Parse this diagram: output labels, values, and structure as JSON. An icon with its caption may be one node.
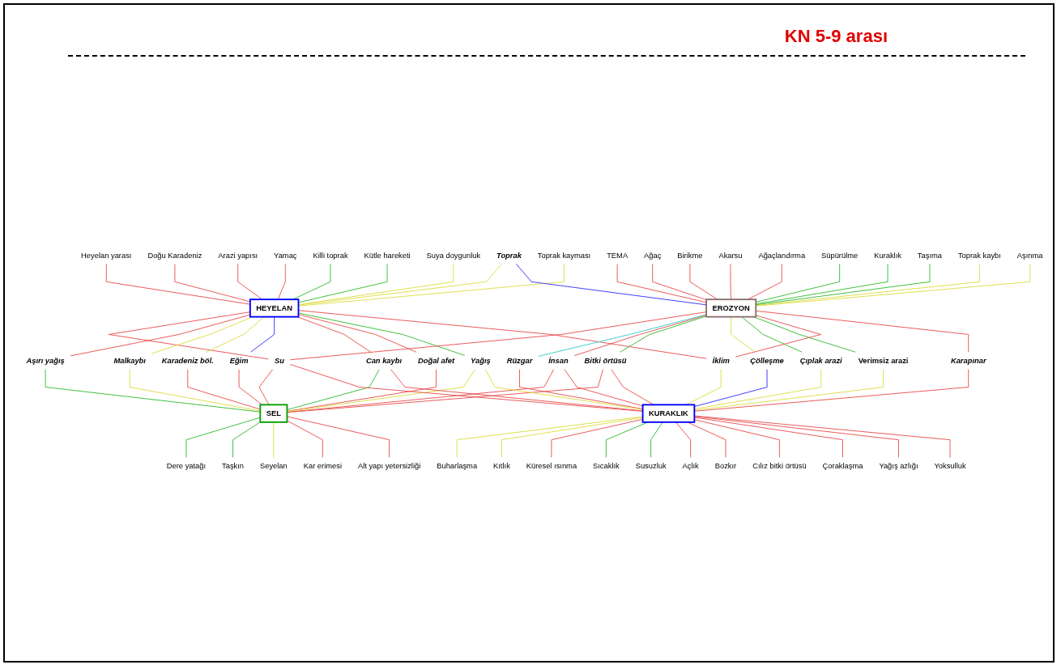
{
  "diagram": {
    "title": "KN 5-9 arası",
    "nodes": [
      {
        "text": [
          "HEYELAN"
        ]
      },
      {
        "text": [
          "EROZYON"
        ]
      },
      {
        "text": [
          "SEL"
        ]
      },
      {
        "text": [
          "KURAKLIK"
        ]
      },
      {
        "text": [
          "Heyelan yarası"
        ]
      },
      {
        "text": [
          "Doğu Karadeniz"
        ]
      },
      {
        "text": [
          "Arazi yapısı"
        ]
      },
      {
        "text": [
          "Yamaç"
        ]
      },
      {
        "text": [
          "Killi toprak"
        ]
      },
      {
        "text": [
          "Kütle hareketi"
        ]
      },
      {
        "text": [
          "Toprak"
        ]
      },
      {
        "text": [
          "TEMA"
        ]
      },
      {
        "text": [
          "Ağaç"
        ]
      },
      {
        "text": [
          "Birikme"
        ]
      },
      {
        "text": [
          "Akarsu"
        ]
      },
      {
        "text": [
          "Ağaçlandırma"
        ]
      },
      {
        "text": [
          "Süpürülme"
        ]
      },
      {
        "text": [
          "Kuraklık"
        ]
      },
      {
        "text": [
          "Taşıma"
        ]
      },
      {
        "text": [
          "Toprak kaybı"
        ]
      },
      {
        "text": [
          "Aşınma"
        ]
      },
      {
        "text": [
          "Su"
        ]
      },
      {
        "text": [
          "Rüzgar"
        ]
      },
      {
        "text": [
          "Suya doygunluk"
        ]
      },
      {
        "text": [
          "Toprak kayması"
        ]
      },
      {
        "text": [
          "Aşırı yağış"
        ]
      },
      {
        "text": [
          "Malkaybı"
        ]
      },
      {
        "text": [
          "Karadeniz böl."
        ]
      },
      {
        "text": [
          "Eğim"
        ]
      },
      {
        "text": [
          "Can kaybı"
        ]
      },
      {
        "text": [
          "İnsan"
        ]
      },
      {
        "text": [
          "Bitki örtüsü"
        ]
      },
      {
        "text": [
          "Çölleşme"
        ]
      },
      {
        "text": [
          "Çıplak arazi"
        ]
      },
      {
        "text": [
          "Verimsiz arazi"
        ]
      },
      {
        "text": [
          "Doğal afet"
        ]
      },
      {
        "text": [
          "Dere yatağı"
        ]
      },
      {
        "text": [
          "Yağış"
        ]
      },
      {
        "text": [
          "Taşkın"
        ]
      },
      {
        "text": [
          "Seyelan"
        ]
      },
      {
        "text": [
          "Kar erimesi"
        ]
      },
      {
        "text": [
          "Alt yapı yetersizliği"
        ]
      },
      {
        "text": [
          "İklim"
        ]
      },
      {
        "text": [
          "Karapınar"
        ]
      },
      {
        "text": [
          "Buharlaşma"
        ]
      },
      {
        "text": [
          "Kıtlık"
        ]
      },
      {
        "text": [
          "Küresel ısınma"
        ]
      },
      {
        "text": [
          "Sıcaklık"
        ]
      },
      {
        "text": [
          "Susuzluk"
        ]
      },
      {
        "text": [
          "Açlık"
        ]
      },
      {
        "text": [
          "Bozkır"
        ]
      },
      {
        "text": [
          "Cılız bitki örtüsü"
        ]
      },
      {
        "text": [
          "Çoraklaşma"
        ]
      },
      {
        "text": [
          "Yağış azlığı"
        ]
      },
      {
        "text": [
          "Yoksulluk"
        ]
      }
    ],
    "edges": [
      {
        "from": 4,
        "to": 0,
        "arrow": "none"
      },
      {
        "from": 5,
        "to": 0,
        "arrow": "none"
      },
      {
        "from": 6,
        "to": 0,
        "arrow": "none"
      },
      {
        "from": 7,
        "to": 0,
        "arrow": "none"
      },
      {
        "from": 8,
        "to": 0,
        "arrow": "none",
        "color": "#33bb33"
      },
      {
        "from": 9,
        "to": 0,
        "arrow": "none",
        "color": "#33bb33"
      },
      {
        "from": 10,
        "to": 0,
        "arrow": "none",
        "color": "#dddd44"
      },
      {
        "from": 23,
        "to": 0,
        "arrow": "none",
        "color": "#dddd44"
      },
      {
        "from": 24,
        "to": 0,
        "arrow": "none",
        "color": "#dddd44"
      },
      {
        "from": 0,
        "to": 21,
        "arrow": "none"
      },
      {
        "from": 0,
        "to": 25,
        "arrow": "none"
      },
      {
        "from": 0,
        "to": 26,
        "arrow": "none",
        "color": "#dddd44"
      },
      {
        "from": 0,
        "to": 27,
        "arrow": "none",
        "color": "#dddd44"
      },
      {
        "from": 0,
        "to": 28,
        "arrow": "none",
        "color": "#3333ff"
      },
      {
        "from": 0,
        "to": 29,
        "arrow": "none"
      },
      {
        "from": 0,
        "to": 35,
        "arrow": "none"
      },
      {
        "from": 0,
        "to": 37,
        "arrow": "none",
        "color": "#33bb33"
      },
      {
        "from": 0,
        "to": 42,
        "arrow": "none"
      },
      {
        "from": 10,
        "to": 1,
        "arrow": "none",
        "color": "#3333ff"
      },
      {
        "from": 11,
        "to": 1,
        "arrow": "none"
      },
      {
        "from": 12,
        "to": 1,
        "arrow": "none"
      },
      {
        "from": 13,
        "to": 1,
        "arrow": "none"
      },
      {
        "from": 14,
        "to": 1,
        "arrow": "none"
      },
      {
        "from": 15,
        "to": 1,
        "arrow": "none"
      },
      {
        "from": 16,
        "to": 1,
        "arrow": "none",
        "color": "#33bb33"
      },
      {
        "from": 17,
        "to": 1,
        "arrow": "none",
        "color": "#33bb33"
      },
      {
        "from": 18,
        "to": 1,
        "arrow": "none",
        "color": "#33bb33"
      },
      {
        "from": 19,
        "to": 1,
        "arrow": "none",
        "color": "#dddd44"
      },
      {
        "from": 20,
        "to": 1,
        "arrow": "none",
        "color": "#dddd44"
      },
      {
        "from": 1,
        "to": 21,
        "arrow": "none"
      },
      {
        "from": 1,
        "to": 22,
        "arrow": "none",
        "color": "#33cccc"
      },
      {
        "from": 1,
        "to": 30,
        "arrow": "none"
      },
      {
        "from": 1,
        "to": 31,
        "arrow": "none",
        "color": "#33bb33"
      },
      {
        "from": 1,
        "to": 32,
        "arrow": "none",
        "color": "#dddd44"
      },
      {
        "from": 1,
        "to": 33,
        "arrow": "none",
        "color": "#33bb33"
      },
      {
        "from": 1,
        "to": 34,
        "arrow": "none",
        "color": "#33bb33"
      },
      {
        "from": 1,
        "to": 42,
        "arrow": "none"
      },
      {
        "from": 1,
        "to": 43,
        "arrow": "none"
      },
      {
        "from": 21,
        "to": 2,
        "arrow": "none"
      },
      {
        "from": 25,
        "to": 2,
        "arrow": "none",
        "color": "#33bb33"
      },
      {
        "from": 26,
        "to": 2,
        "arrow": "none",
        "color": "#dddd44"
      },
      {
        "from": 27,
        "to": 2,
        "arrow": "none"
      },
      {
        "from": 28,
        "to": 2,
        "arrow": "none"
      },
      {
        "from": 29,
        "to": 2,
        "arrow": "none",
        "color": "#33bb33"
      },
      {
        "from": 30,
        "to": 2,
        "arrow": "none"
      },
      {
        "from": 31,
        "to": 2,
        "arrow": "none"
      },
      {
        "from": 35,
        "to": 2,
        "arrow": "none"
      },
      {
        "from": 37,
        "to": 2,
        "arrow": "none",
        "color": "#dddd44"
      },
      {
        "from": 2,
        "to": 36,
        "arrow": "none",
        "color": "#33bb33"
      },
      {
        "from": 2,
        "to": 38,
        "arrow": "none",
        "color": "#33bb33"
      },
      {
        "from": 2,
        "to": 39,
        "arrow": "none",
        "color": "#dddd44"
      },
      {
        "from": 2,
        "to": 40,
        "arrow": "none"
      },
      {
        "from": 2,
        "to": 41,
        "arrow": "none"
      },
      {
        "from": 21,
        "to": 3,
        "arrow": "none"
      },
      {
        "from": 22,
        "to": 3,
        "arrow": "none"
      },
      {
        "from": 29,
        "to": 3,
        "arrow": "none"
      },
      {
        "from": 30,
        "to": 3,
        "arrow": "none"
      },
      {
        "from": 31,
        "to": 3,
        "arrow": "none"
      },
      {
        "from": 32,
        "to": 3,
        "arrow": "none",
        "color": "#3333ff"
      },
      {
        "from": 33,
        "to": 3,
        "arrow": "none",
        "color": "#dddd44"
      },
      {
        "from": 34,
        "to": 3,
        "arrow": "none",
        "color": "#dddd44"
      },
      {
        "from": 37,
        "to": 3,
        "arrow": "none",
        "color": "#dddd44"
      },
      {
        "from": 42,
        "to": 3,
        "arrow": "none",
        "color": "#dddd44"
      },
      {
        "from": 43,
        "to": 3,
        "arrow": "none"
      },
      {
        "from": 3,
        "to": 44,
        "arrow": "none",
        "color": "#dddd44"
      },
      {
        "from": 3,
        "to": 45,
        "arrow": "none",
        "color": "#dddd44"
      },
      {
        "from": 3,
        "to": 46,
        "arrow": "none"
      },
      {
        "from": 3,
        "to": 47,
        "arrow": "none",
        "color": "#33bb33"
      },
      {
        "from": 3,
        "to": 48,
        "arrow": "none",
        "color": "#33bb33"
      },
      {
        "from": 3,
        "to": 49,
        "arrow": "none"
      },
      {
        "from": 3,
        "to": 50,
        "arrow": "none"
      },
      {
        "from": 3,
        "to": 51,
        "arrow": "none"
      },
      {
        "from": 3,
        "to": 52,
        "arrow": "none"
      },
      {
        "from": 3,
        "to": 53,
        "arrow": "none"
      },
      {
        "from": 3,
        "to": 54,
        "arrow": "none"
      }
    ]
  }
}
